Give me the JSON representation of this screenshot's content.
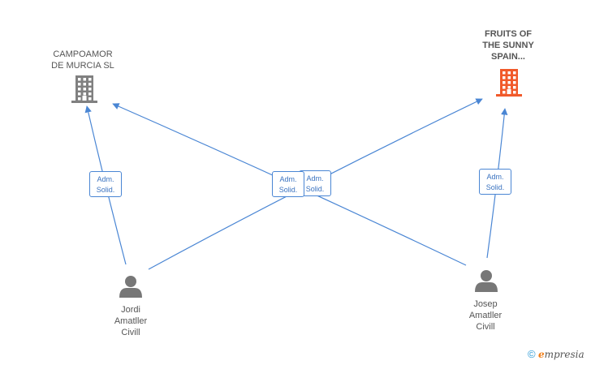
{
  "colors": {
    "edge": "#4a86d4",
    "company": "#808080",
    "company_highlight": "#f15a2b",
    "person": "#777777"
  },
  "companies": [
    {
      "id": "campoamor",
      "name_lines": [
        "CAMPOAMOR",
        "DE MURCIA SL"
      ],
      "icon": "building-icon",
      "highlight": false
    },
    {
      "id": "fruits",
      "name_lines": [
        "FRUITS OF",
        "THE SUNNY",
        "SPAIN..."
      ],
      "icon": "building-icon",
      "highlight": true
    }
  ],
  "persons": [
    {
      "id": "jordi",
      "name_lines": [
        "Jordi",
        "Amatller",
        "Civill"
      ],
      "icon": "person-icon"
    },
    {
      "id": "josep",
      "name_lines": [
        "Josep",
        "Amatller",
        "Civill"
      ],
      "icon": "person-icon"
    }
  ],
  "edges": [
    {
      "from": "jordi",
      "to": "campoamor",
      "role_lines": [
        "Adm.",
        "Solid."
      ]
    },
    {
      "from": "jordi",
      "to": "fruits",
      "role_lines": [
        "Adm.",
        "Solid."
      ]
    },
    {
      "from": "josep",
      "to": "campoamor",
      "role_lines": [
        "Adm.",
        "Solid."
      ]
    },
    {
      "from": "josep",
      "to": "fruits",
      "role_lines": [
        "Adm.",
        "Solid."
      ]
    }
  ],
  "watermark": {
    "copyright": "©",
    "brand_initial": "e",
    "brand_rest": "mpresia"
  }
}
